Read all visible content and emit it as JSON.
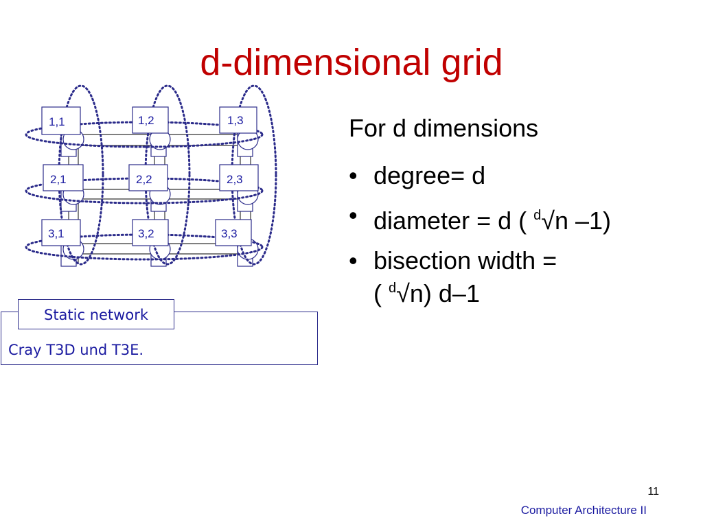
{
  "slide": {
    "title": "d-dimensional grid",
    "heading": "For d  dimensions",
    "bullets": [
      {
        "lead": "degree=     d",
        "root": "",
        "tail": ""
      },
      {
        "lead": "diameter =   d ( ",
        "root": "d",
        "tail": "√n –1)"
      },
      {
        "lead": "bisection width =",
        "root": "",
        "tail": ""
      }
    ],
    "bullet_line2": {
      "lead": "( ",
      "root": "d",
      "tail": "√n) d–1"
    },
    "bullet_symbol": "•",
    "static_box": {
      "label": "Static network",
      "text": "Cray T3D und T3E."
    },
    "page_number": "11",
    "footer": "Computer Architecture II"
  },
  "grid": {
    "node_labels": [
      "1,1",
      "1,2",
      "1,3",
      "2,1",
      "2,2",
      "2,3",
      "3,1",
      "3,2",
      "3,3"
    ],
    "colors": {
      "label_box": "#2b2b8a",
      "wrap_links": "#2b2b8a",
      "mesh_lines": "#333333",
      "title": "#c00000"
    }
  }
}
